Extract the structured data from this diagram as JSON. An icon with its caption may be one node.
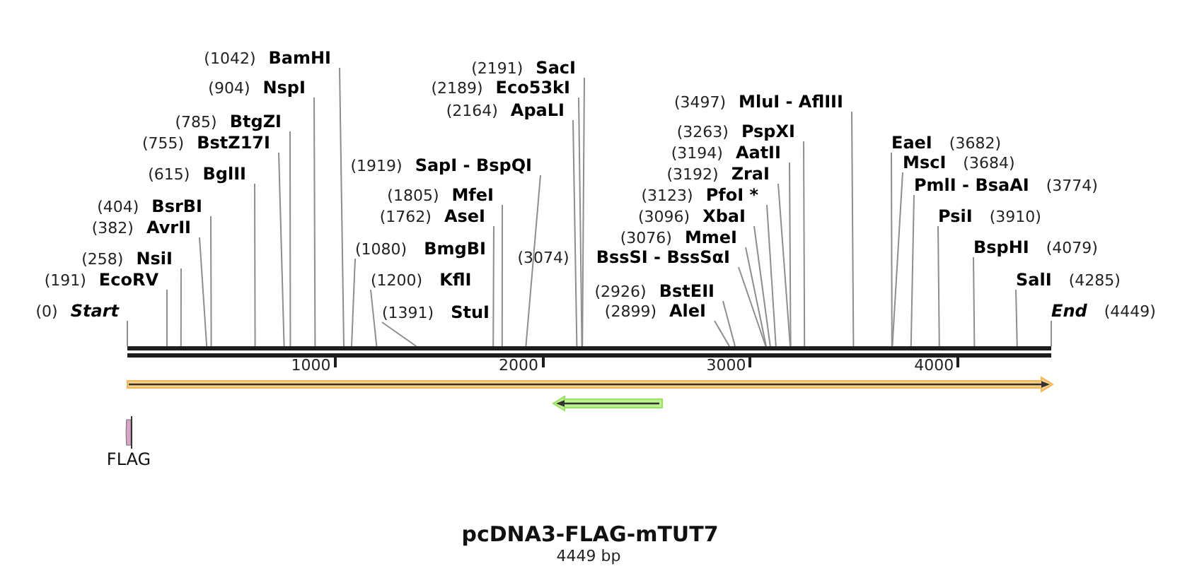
{
  "diagram": {
    "title": "pcDNA3-FLAG-mTUT7",
    "caption": "4449 bp",
    "nodes": [
      {
        "text": [
          "(0)",
          "Start"
        ]
      },
      {
        "text": [
          "(191)",
          "EcoRV"
        ]
      },
      {
        "text": [
          "(258)",
          "NsiI"
        ]
      },
      {
        "text": [
          "(382)",
          "AvrII"
        ]
      },
      {
        "text": [
          "(404)",
          "BsrBI"
        ]
      },
      {
        "text": [
          "(615)",
          "BglII"
        ]
      },
      {
        "text": [
          "(755)",
          "BstZ17I"
        ]
      },
      {
        "text": [
          "(785)",
          "BtgZI"
        ]
      },
      {
        "text": [
          "(904)",
          "NspI"
        ]
      },
      {
        "text": [
          "(1042)",
          "BamHI"
        ]
      },
      {
        "text": [
          "(1080)",
          "BmgBI"
        ]
      },
      {
        "text": [
          "(1200)",
          "KflI"
        ]
      },
      {
        "text": [
          "(1391)",
          "StuI"
        ]
      },
      {
        "text": [
          "(1762)",
          "AseI"
        ]
      },
      {
        "text": [
          "(1805)",
          "MfeI"
        ]
      },
      {
        "text": [
          "(1919)",
          "SapI - BspQI"
        ]
      },
      {
        "text": [
          "(2164)",
          "ApaLI"
        ]
      },
      {
        "text": [
          "(2189)",
          "Eco53kI"
        ]
      },
      {
        "text": [
          "(2191)",
          "SacI"
        ]
      },
      {
        "text": [
          "(2899)",
          "AleI"
        ]
      },
      {
        "text": [
          "(2926)",
          "BstEII"
        ]
      },
      {
        "text": [
          "(3074)",
          "BssSI - BssSαI"
        ]
      },
      {
        "text": [
          "(3076)",
          "MmeI"
        ]
      },
      {
        "text": [
          "(3096)",
          "XbaI"
        ]
      },
      {
        "text": [
          "(3123)",
          "PfoI *"
        ]
      },
      {
        "text": [
          "(3192)",
          "ZraI"
        ]
      },
      {
        "text": [
          "(3194)",
          "AatII"
        ]
      },
      {
        "text": [
          "(3263)",
          "PspXI"
        ]
      },
      {
        "text": [
          "(3497)",
          "MluI - AflIII"
        ]
      },
      {
        "text": [
          "EaeI",
          "(3682)"
        ]
      },
      {
        "text": [
          "MscI",
          "(3684)"
        ]
      },
      {
        "text": [
          "PmlI - BsaAI",
          "(3774)"
        ]
      },
      {
        "text": [
          "PsiI",
          "(3910)"
        ]
      },
      {
        "text": [
          "BspHI",
          "(4079)"
        ]
      },
      {
        "text": [
          "SalI",
          "(4285)"
        ]
      },
      {
        "text": [
          "End",
          "(4449)"
        ]
      },
      {
        "text": [],
        "shape": "bar"
      },
      {
        "text": [
          "FLAG"
        ]
      }
    ],
    "edges": [
      {
        "from": 0,
        "to": 36,
        "arrow": "none"
      },
      {
        "from": 1,
        "to": 36,
        "arrow": "none"
      },
      {
        "from": 2,
        "to": 36,
        "arrow": "none"
      },
      {
        "from": 3,
        "to": 36,
        "arrow": "none"
      },
      {
        "from": 4,
        "to": 36,
        "arrow": "none"
      },
      {
        "from": 5,
        "to": 36,
        "arrow": "none"
      },
      {
        "from": 6,
        "to": 36,
        "arrow": "none"
      },
      {
        "from": 7,
        "to": 36,
        "arrow": "none"
      },
      {
        "from": 8,
        "to": 36,
        "arrow": "none"
      },
      {
        "from": 9,
        "to": 36,
        "arrow": "none"
      },
      {
        "from": 10,
        "to": 36,
        "arrow": "none"
      },
      {
        "from": 11,
        "to": 36,
        "arrow": "none"
      },
      {
        "from": 12,
        "to": 36,
        "arrow": "none"
      },
      {
        "from": 13,
        "to": 36,
        "arrow": "none"
      },
      {
        "from": 14,
        "to": 36,
        "arrow": "none"
      },
      {
        "from": 15,
        "to": 36,
        "arrow": "none"
      },
      {
        "from": 16,
        "to": 36,
        "arrow": "none"
      },
      {
        "from": 17,
        "to": 36,
        "arrow": "none"
      },
      {
        "from": 18,
        "to": 36,
        "arrow": "none"
      },
      {
        "from": 19,
        "to": 36,
        "arrow": "none"
      },
      {
        "from": 20,
        "to": 36,
        "arrow": "none"
      },
      {
        "from": 21,
        "to": 36,
        "arrow": "none"
      },
      {
        "from": 22,
        "to": 36,
        "arrow": "none"
      },
      {
        "from": 23,
        "to": 36,
        "arrow": "none"
      },
      {
        "from": 24,
        "to": 36,
        "arrow": "none"
      },
      {
        "from": 25,
        "to": 36,
        "arrow": "none"
      },
      {
        "from": 26,
        "to": 36,
        "arrow": "none"
      },
      {
        "from": 27,
        "to": 36,
        "arrow": "none"
      },
      {
        "from": 28,
        "to": 36,
        "arrow": "none"
      },
      {
        "from": 29,
        "to": 36,
        "arrow": "none"
      },
      {
        "from": 30,
        "to": 36,
        "arrow": "none"
      },
      {
        "from": 31,
        "to": 36,
        "arrow": "none"
      },
      {
        "from": 32,
        "to": 36,
        "arrow": "none"
      },
      {
        "from": 33,
        "to": 36,
        "arrow": "none"
      },
      {
        "from": 34,
        "to": 36,
        "arrow": "none"
      },
      {
        "from": 35,
        "to": 36,
        "arrow": "none"
      }
    ],
    "labels": [
      "1000",
      "2000",
      "3000",
      "4000"
    ]
  }
}
